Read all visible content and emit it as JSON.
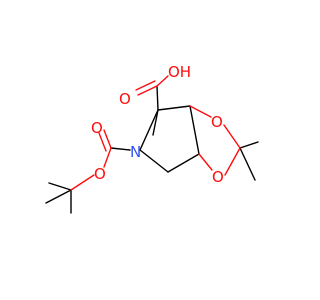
{
  "molecule": {
    "colors": {
      "carbon_bond": "#000000",
      "oxygen": "#ff0d0d",
      "nitrogen": "#3050f8",
      "background": "#ffffff"
    },
    "atoms": [
      {
        "id": "OH",
        "label": "OH",
        "element": "O"
      },
      {
        "id": "O_carbonyl_acid",
        "label": "O",
        "element": "O"
      },
      {
        "id": "O_dioxolane_top",
        "label": "O",
        "element": "O"
      },
      {
        "id": "O_dioxolane_bottom",
        "label": "O",
        "element": "O"
      },
      {
        "id": "N",
        "label": "N",
        "element": "N"
      },
      {
        "id": "O_carbonyl_boc",
        "label": "O",
        "element": "O"
      },
      {
        "id": "O_ester_boc",
        "label": "O",
        "element": "O"
      }
    ]
  }
}
